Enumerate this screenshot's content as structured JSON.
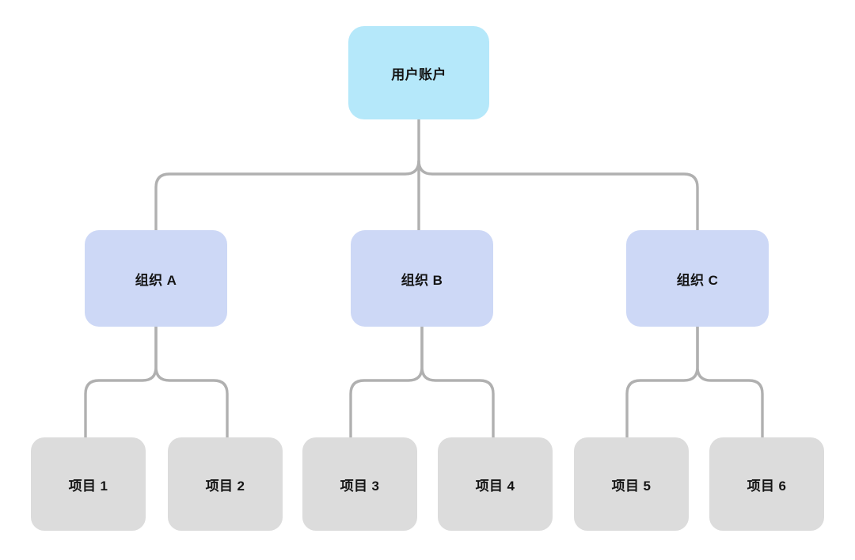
{
  "colors": {
    "root_fill": "#b5e8fa",
    "org_fill": "#cdd8f6",
    "project_fill": "#dcdcdc",
    "connector": "#b0b0b0",
    "text": "#141414",
    "canvas_bg": "#ffffff"
  },
  "tree": {
    "root": {
      "label": "用户账户"
    },
    "organizations": [
      {
        "label": "组织 A",
        "projects": [
          {
            "label": "项目 1"
          },
          {
            "label": "项目 2"
          }
        ]
      },
      {
        "label": "组织 B",
        "projects": [
          {
            "label": "项目 3"
          },
          {
            "label": "项目 4"
          }
        ]
      },
      {
        "label": "组织 C",
        "projects": [
          {
            "label": "项目 5"
          },
          {
            "label": "项目 6"
          }
        ]
      }
    ]
  }
}
